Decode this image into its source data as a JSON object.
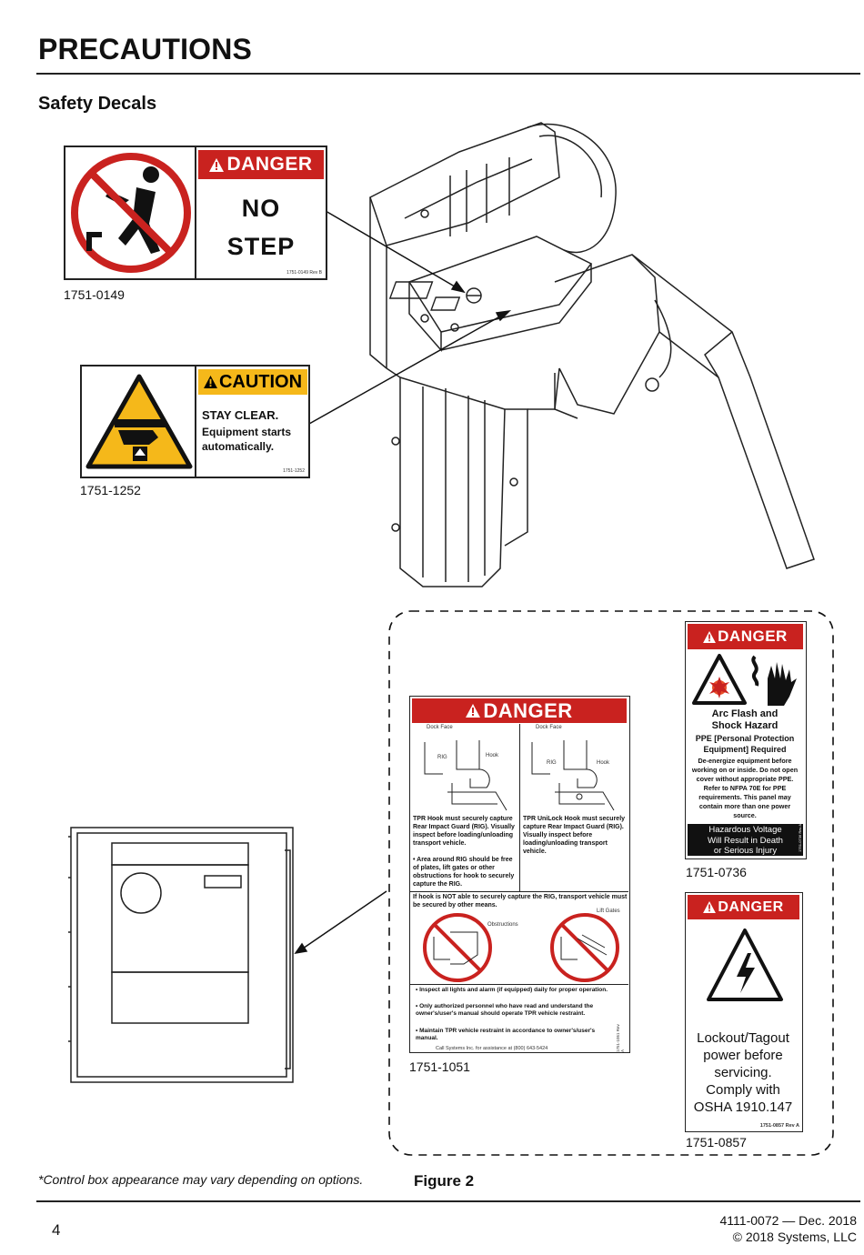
{
  "page": {
    "title": "PRECAUTIONS",
    "section": "Safety Decals",
    "page_number": "4",
    "doc_number": "4111-0072 — Dec. 2018",
    "copyright": "© 2018 Systems, LLC",
    "footnote": "*Control box appearance may vary depending on options.",
    "figure": "Figure 2"
  },
  "decals": {
    "no_step": {
      "part": "1751-0149",
      "header": "DANGER",
      "line1": "NO",
      "line2": "STEP",
      "code": "1751-0149 Rev B"
    },
    "stay_clear": {
      "part": "1751-1252",
      "header": "CAUTION",
      "line1": "STAY CLEAR.",
      "line2": "Equipment starts",
      "line3": "automatically.",
      "code": "1751-1252"
    },
    "tpr": {
      "part": "1751-1051",
      "header": "DANGER",
      "dock_face_left": "Dock Face",
      "dock_face_right": "Dock Face",
      "rig_left": "RIG",
      "rig_right": "RIG",
      "hook_left": "Hook",
      "hook_right": "Hook",
      "text_left": "TPR Hook must securely capture Rear Impact Guard (RIG). Visually inspect before loading/unloading transport vehicle.",
      "text_left_b": "• Area around RIG should be free of plates, lift gates or other obstructions for hook to securely capture the RIG.",
      "text_right": "TPR UniLock Hook must securely capture Rear Impact Guard (RIG). Visually inspect before loading/unloading transport vehicle.",
      "warning": "If hook is NOT able to securely capture the RIG, transport vehicle must be secured by other means.",
      "obstructions": "Obstructions",
      "lift_gates": "Lift Gates",
      "bullet1": "• Inspect all lights and alarm (if equipped) daily for proper operation.",
      "bullet2": "• Only authorized personnel who have read and understand the owner's/user's manual should operate TPR vehicle restraint.",
      "bullet3": "• Maintain TPR vehicle restraint in accordance to owner's/user's manual.",
      "assist": "Call Systems Inc. for assistance at (800) 643-5424",
      "code": "1751-1051 Rev A"
    },
    "arc_flash": {
      "part": "1751-0736",
      "header": "DANGER",
      "title1": "Arc Flash and",
      "title2": "Shock Hazard",
      "ppe": "PPE [Personal Protection Equipment] Required",
      "body": "De-energize equipment before working on or inside. Do not open cover without appropriate PPE. Refer to NFPA 70E for PPE requirements. This panel may contain more than one power source.",
      "footer1": "Hazardous Voltage",
      "footer2": "Will Result in Death",
      "footer3": "or Serious Injury",
      "code": "1751-0736 Rev A"
    },
    "lockout": {
      "part": "1751-0857",
      "header": "DANGER",
      "l1": "Lockout/Tagout",
      "l2": "power before",
      "l3": "servicing.",
      "l4": "Comply with",
      "l5": "OSHA 1910.147",
      "code": "1751-0857 Rev A"
    }
  },
  "colors": {
    "danger_red": "#c9221f",
    "caution_yellow": "#f5b81a",
    "black": "#111111"
  },
  "icons": [
    "no-step-pictogram-icon",
    "crush-hazard-pictogram-icon",
    "arc-flash-pictogram-icon",
    "electric-shock-pictogram-icon",
    "warning-triangle-icon"
  ]
}
